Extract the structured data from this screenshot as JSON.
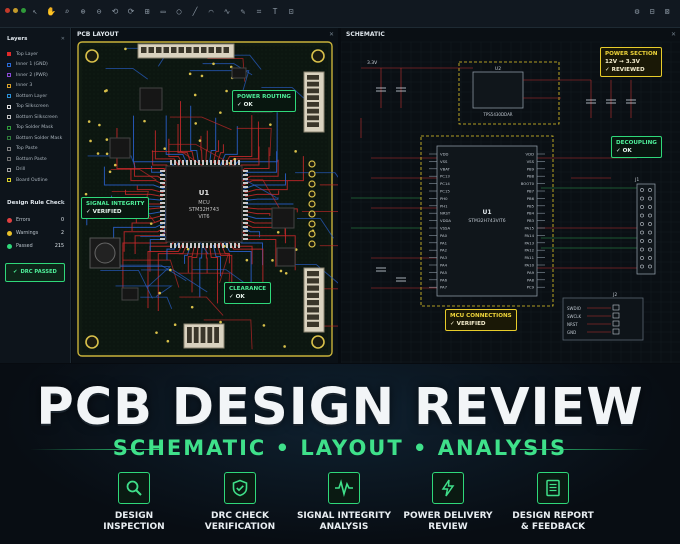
{
  "toolbar": {
    "tools": [
      "↖",
      "✋",
      "⌕",
      "⊕",
      "⊖",
      "⟲",
      "⟳",
      "⊞",
      "▭",
      "◯",
      "╱",
      "⌒",
      "∿",
      "✎",
      "⌗",
      "T",
      "⊡"
    ],
    "right_tools": [
      "⚙",
      "⊟",
      "⊠"
    ]
  },
  "sidebar": {
    "layers_title": "Layers",
    "layers": [
      {
        "label": "Top Layer",
        "color": "#e02a2a",
        "active": true
      },
      {
        "label": "Inner 1 (GND)",
        "color": "#2a6ad8",
        "active": false
      },
      {
        "label": "Inner 2 (PWR)",
        "color": "#8a4ad8",
        "active": false
      },
      {
        "label": "Inner 3",
        "color": "#d8a02a",
        "active": false
      },
      {
        "label": "Bottom Layer",
        "color": "#2a90d8",
        "active": false
      },
      {
        "label": "Top Silkscreen",
        "color": "#e0e0e0",
        "active": false
      },
      {
        "label": "Bottom Silkscreen",
        "color": "#c0c0c0",
        "active": false
      },
      {
        "label": "Top Solder Mask",
        "color": "#2f9a3a",
        "active": false
      },
      {
        "label": "Bottom Solder Mask",
        "color": "#2f7a3a",
        "active": false
      },
      {
        "label": "Top Paste",
        "color": "#808080",
        "active": false
      },
      {
        "label": "Bottom Paste",
        "color": "#707070",
        "active": false
      },
      {
        "label": "Drill",
        "color": "#a0a0a0",
        "active": false
      },
      {
        "label": "Board Outline",
        "color": "#d8d02a",
        "active": false
      }
    ],
    "drc_title": "Design Rule Check",
    "drc": [
      {
        "label": "Errors",
        "value": "0",
        "color": "#e04040"
      },
      {
        "label": "Warnings",
        "value": "2",
        "color": "#e8c02a"
      },
      {
        "label": "Passed",
        "value": "215",
        "color": "#2fd87a"
      }
    ],
    "drc_passed": "DRC PASSED"
  },
  "pcb": {
    "title": "PCB LAYOUT",
    "chip_ref": "U1",
    "chip_line1": "MCU",
    "chip_line2": "STM32H743",
    "chip_line3": "VIT6",
    "callouts": {
      "power_routing": {
        "title": "POWER ROUTING",
        "status": "✓ OK"
      },
      "signal_integrity": {
        "title": "SIGNAL INTEGRITY",
        "status": "✓ VERIFIED"
      },
      "clearance": {
        "title": "CLEARANCE",
        "status": "✓ OK"
      }
    }
  },
  "schematic": {
    "title": "SCHEMATIC",
    "net_3v3": "3.3V",
    "mcu_ref": "U1",
    "mcu_part": "STM32H743VIT6",
    "u2_ref": "U2",
    "u2_part": "TPS5430DDAR",
    "left_pins": [
      "VDD",
      "VSS",
      "VBAT",
      "PC13",
      "PC14",
      "PC15",
      "PH0",
      "PH1",
      "NRST",
      "VDDA",
      "VSSA",
      "PA0",
      "PA1",
      "PA2",
      "PA3",
      "PA4",
      "PA5",
      "PA6",
      "PA7"
    ],
    "right_pins": [
      "VDD",
      "VSS",
      "PB9",
      "PB8",
      "BOOT0",
      "PB7",
      "PB6",
      "PB5",
      "PB4",
      "PB3",
      "PA15",
      "PA14",
      "PA13",
      "PA12",
      "PA11",
      "PA10",
      "PA9",
      "PA8",
      "PC9"
    ],
    "callouts": {
      "power_section": {
        "title": "POWER SECTION",
        "line2": "12V → 3.3V",
        "status": "✓ REVIEWED"
      },
      "decoupling": {
        "title": "DECOUPLING",
        "status": "✓ OK"
      },
      "mcu_connections": {
        "title": "MCU CONNECTIONS",
        "status": "✓ VERIFIED"
      }
    },
    "swd_labels": [
      "SWDIO",
      "SWCLK",
      "NRST",
      "GND"
    ],
    "j1_ref": "J1",
    "j2_ref": "J2"
  },
  "hero": {
    "title": "PCB DESIGN REVIEW",
    "subtitle": "SCHEMATIC • LAYOUT • ANALYSIS",
    "features": [
      {
        "line1": "DESIGN",
        "line2": "INSPECTION",
        "icon": "magnifier-icon"
      },
      {
        "line1": "DRC CHECK",
        "line2": "VERIFICATION",
        "icon": "shield-check-icon"
      },
      {
        "line1": "SIGNAL INTEGRITY",
        "line2": "ANALYSIS",
        "icon": "waveform-icon"
      },
      {
        "line1": "POWER DELIVERY",
        "line2": "REVIEW",
        "icon": "lightning-icon"
      },
      {
        "line1": "DESIGN REPORT",
        "line2": "& FEEDBACK",
        "icon": "report-icon"
      }
    ]
  },
  "colors": {
    "accent": "#2fd87a",
    "warn": "#e8cc2a",
    "copper_red": "#c8282a",
    "copper_blue": "#2a62d0"
  }
}
